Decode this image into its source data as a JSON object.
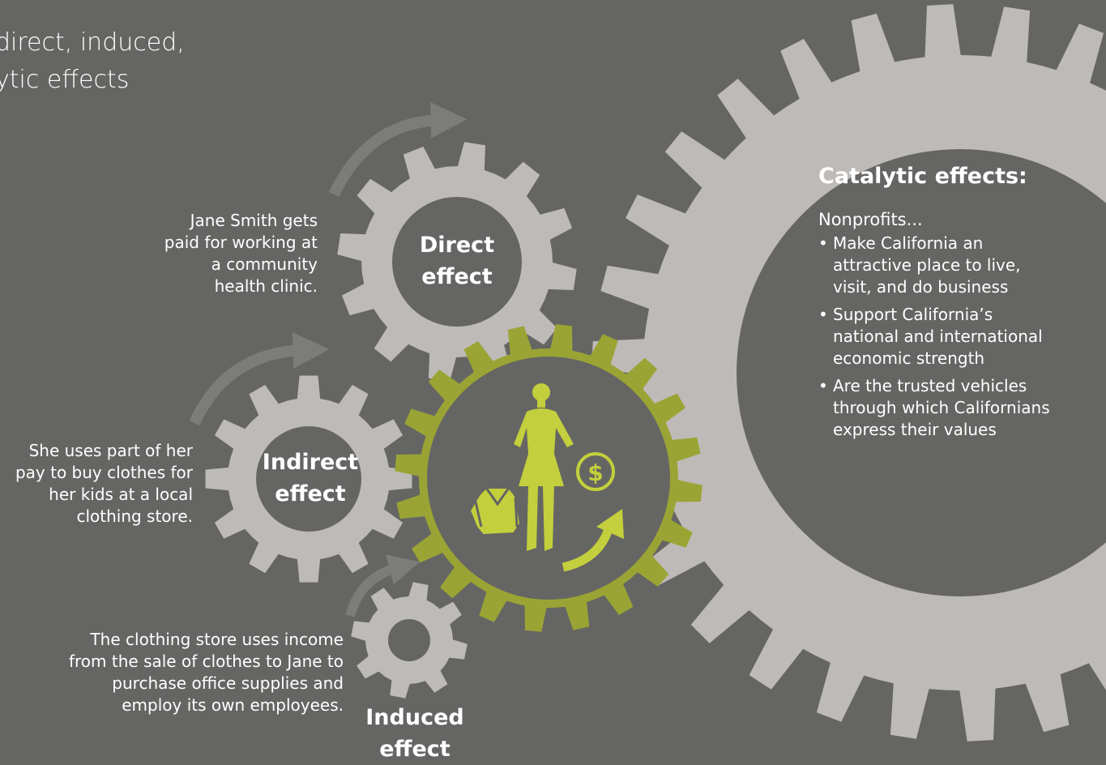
{
  "title": {
    "line1": "direct, induced,",
    "line2": "ytic effects"
  },
  "gears": {
    "direct": {
      "label": "Direct effect",
      "line1": "Direct",
      "line2": "effect",
      "note": "Jane Smith gets paid for working at a community health clinic."
    },
    "indirect": {
      "label": "Indirect effect",
      "line1": "Indirect",
      "line2": "effect",
      "note": "She uses part of her pay to buy clothes for her kids at a local clothing store."
    },
    "induced": {
      "label": "Induced effect",
      "line1": "Induced",
      "line2": "effect",
      "note": "The clothing store uses income from the sale of clothes to Jane to purchase office supplies and employ its own employees."
    },
    "center": {
      "icons": [
        "shirt-icon",
        "woman-figure-icon",
        "dollar-coin-icon",
        "growth-arrow-icon"
      ],
      "symbol": "$"
    }
  },
  "catalytic": {
    "heading": "Catalytic effects:",
    "subheading": "Nonprofits...",
    "bullet": "•",
    "items": [
      "Make California an attractive place to live, visit, and do business",
      "Support California’s national and international economic strength",
      "Are the trusted vehicles through which Californians express their values"
    ]
  },
  "colors": {
    "background": "#656663",
    "gear_light": "#bdbab7",
    "gear_center": "#9aa434",
    "accent": "#c3cf3c",
    "arrow": "#7c7d7a",
    "text": "#ffffff"
  }
}
